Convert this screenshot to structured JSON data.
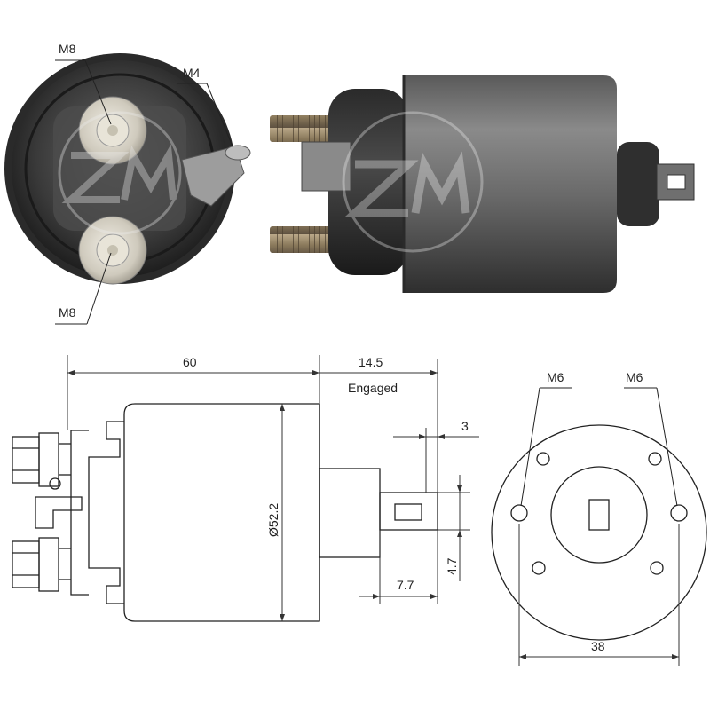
{
  "photo_labels": {
    "terminal_top": "M8",
    "terminal_small": "M4",
    "terminal_bottom": "M8"
  },
  "drawing_labels": {
    "length": "60",
    "stroke": "14.5",
    "stroke_note": "Engaged",
    "thickness": "3",
    "diameter": "Ø52.2",
    "slot_width": "4.7",
    "plunger_length": "7.7",
    "thread_left": "M6",
    "thread_right": "M6",
    "bolt_spacing": "38"
  }
}
